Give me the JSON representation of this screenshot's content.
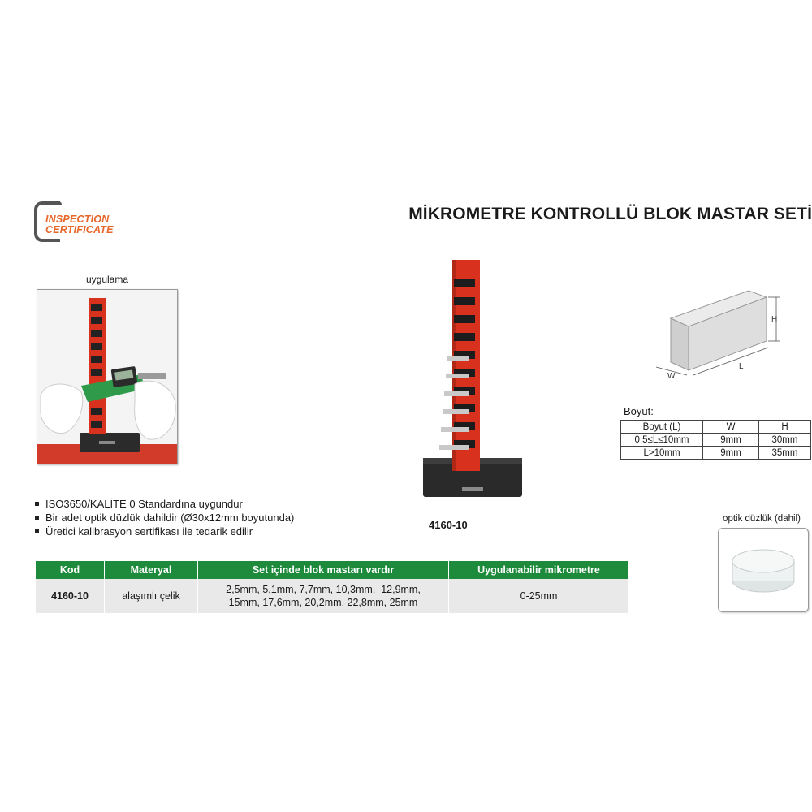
{
  "logo": {
    "line1": "INSPECTION",
    "line2": "CERTIFICATE"
  },
  "title": "MİKROMETRE KONTROLLÜ BLOK MASTAR SETİ",
  "application": {
    "caption": "uygulama"
  },
  "product": {
    "model": "4160-10"
  },
  "diagram": {
    "label_h": "H",
    "label_w": "W",
    "label_l": "L"
  },
  "dimensions": {
    "title": "Boyut:",
    "headers": [
      "Boyut (L)",
      "W",
      "H"
    ],
    "rows": [
      [
        "0,5≤L≤10mm",
        "9mm",
        "30mm"
      ],
      [
        "L>10mm",
        "9mm",
        "35mm"
      ]
    ]
  },
  "optical_flat": {
    "caption": "optik düzlük (dahil)"
  },
  "features": [
    "ISO3650/KALİTE 0 Standardına uygundur",
    "Bir adet optik düzlük dahildir (Ø30x12mm boyutunda)",
    "Üretici kalibrasyon sertifikası ile tedarik edilir"
  ],
  "spec_table": {
    "headers": [
      "Kod",
      "Materyal",
      "Set içinde blok mastarı vardır",
      "Uygulanabilir mikrometre"
    ],
    "row": {
      "code": "4160-10",
      "material": "alaşımlı çelik",
      "blocks_line1": "2,5mm, 5,1mm, 7,7mm, 10,3mm,  12,9mm,",
      "blocks_line2": "15mm, 17,6mm, 20,2mm, 22,8mm, 25mm",
      "micrometer": "0-25mm"
    }
  },
  "colors": {
    "header_green": "#1e8b3c",
    "logo_orange": "#e7672a",
    "stand_red": "#d8321e"
  }
}
